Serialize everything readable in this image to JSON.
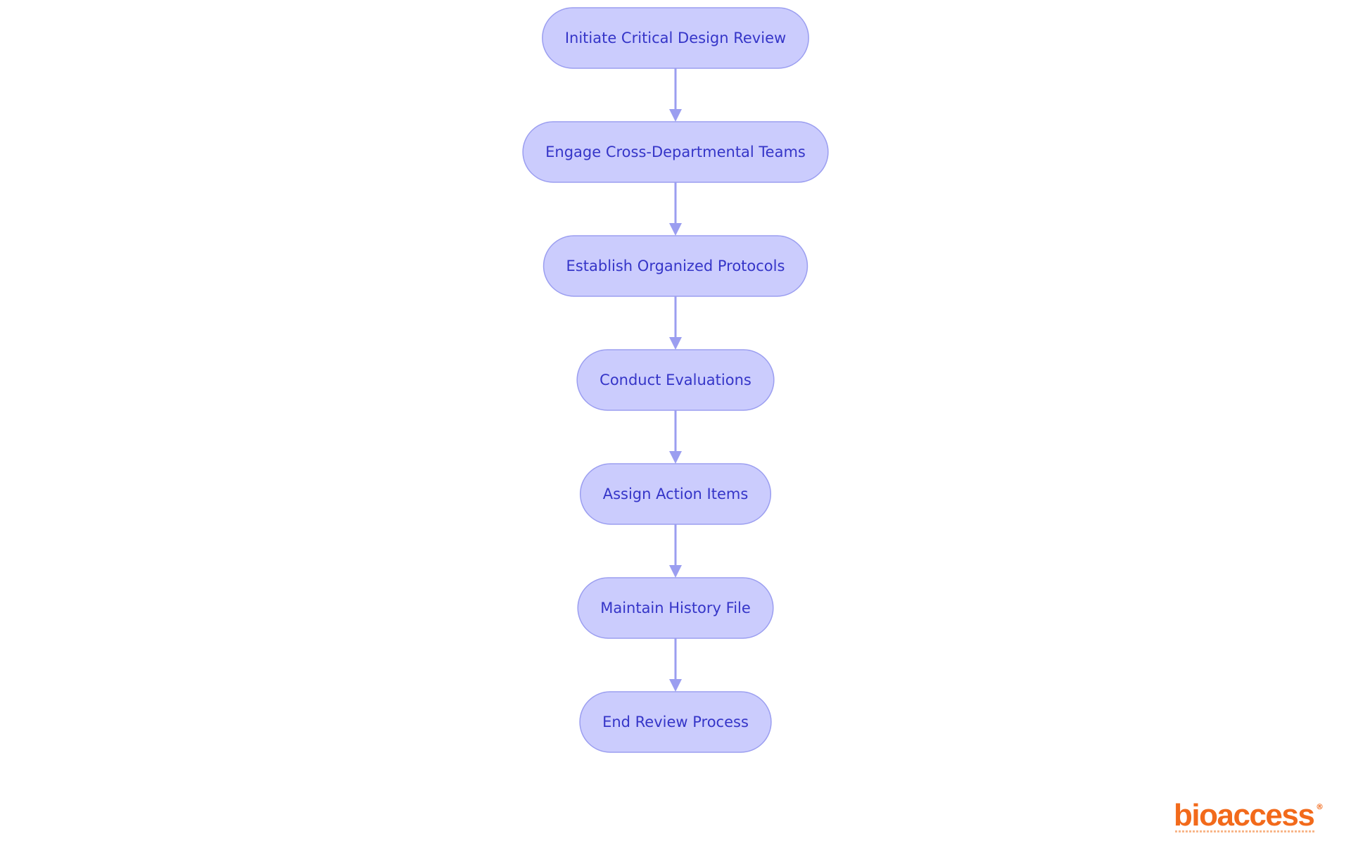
{
  "diagram": {
    "type": "flowchart",
    "direction": "top-to-bottom",
    "colors": {
      "node_fill": "#cbccfd",
      "node_stroke": "#9b9ef0",
      "text": "#3535c8",
      "edge": "#9b9ef0"
    },
    "nodes": [
      {
        "id": "n1",
        "label": "Initiate Critical Design Review"
      },
      {
        "id": "n2",
        "label": "Engage Cross-Departmental Teams"
      },
      {
        "id": "n3",
        "label": "Establish Organized Protocols"
      },
      {
        "id": "n4",
        "label": "Conduct Evaluations"
      },
      {
        "id": "n5",
        "label": "Assign Action Items"
      },
      {
        "id": "n6",
        "label": "Maintain History File"
      },
      {
        "id": "n7",
        "label": "End Review Process"
      }
    ],
    "edges": [
      {
        "from": "n1",
        "to": "n2"
      },
      {
        "from": "n2",
        "to": "n3"
      },
      {
        "from": "n3",
        "to": "n4"
      },
      {
        "from": "n4",
        "to": "n5"
      },
      {
        "from": "n5",
        "to": "n6"
      },
      {
        "from": "n6",
        "to": "n7"
      }
    ]
  },
  "logo": {
    "wordmark": "bioaccess",
    "registered": "®",
    "color": "#f26a1b"
  }
}
